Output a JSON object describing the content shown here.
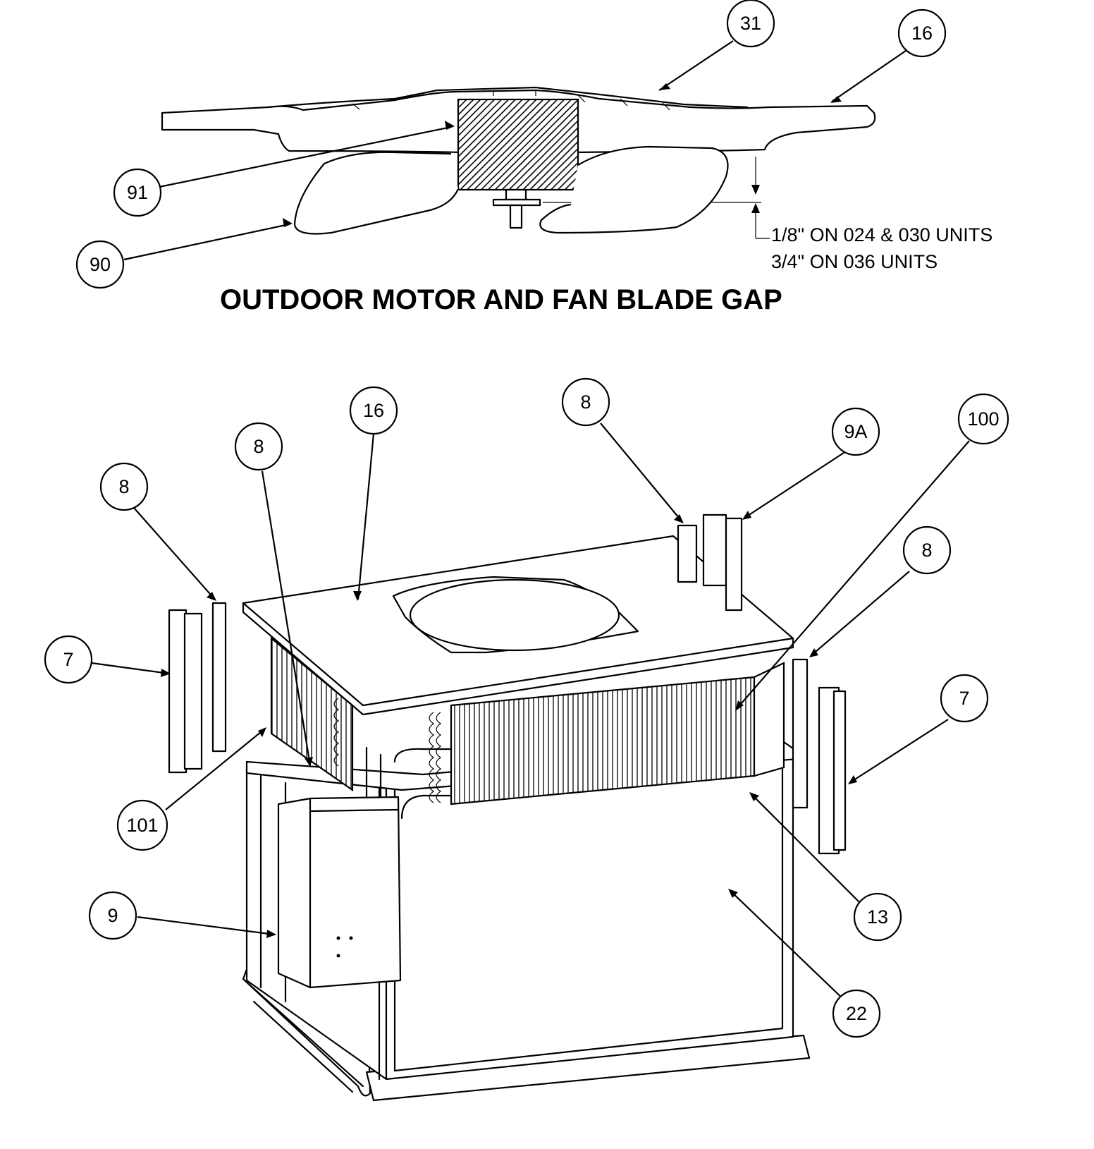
{
  "top_view": {
    "title": "OUTDOOR MOTOR AND FAN BLADE GAP",
    "gap_note_line1": "1/8\" ON 024 & 030 UNITS",
    "gap_note_line2": "3/4\" ON 036 UNITS"
  },
  "callouts": [
    {
      "id": "c31",
      "label": "31"
    },
    {
      "id": "c16a",
      "label": "16"
    },
    {
      "id": "c91",
      "label": "91"
    },
    {
      "id": "c90",
      "label": "90"
    },
    {
      "id": "c16b",
      "label": "16"
    },
    {
      "id": "c8a",
      "label": "8"
    },
    {
      "id": "c8b",
      "label": "8"
    },
    {
      "id": "c8c",
      "label": "8"
    },
    {
      "id": "c9A",
      "label": "9A"
    },
    {
      "id": "c100",
      "label": "100"
    },
    {
      "id": "c8d",
      "label": "8"
    },
    {
      "id": "c7a",
      "label": "7"
    },
    {
      "id": "c7b",
      "label": "7"
    },
    {
      "id": "c101",
      "label": "101"
    },
    {
      "id": "c9",
      "label": "9"
    },
    {
      "id": "c13",
      "label": "13"
    },
    {
      "id": "c22",
      "label": "22"
    }
  ]
}
